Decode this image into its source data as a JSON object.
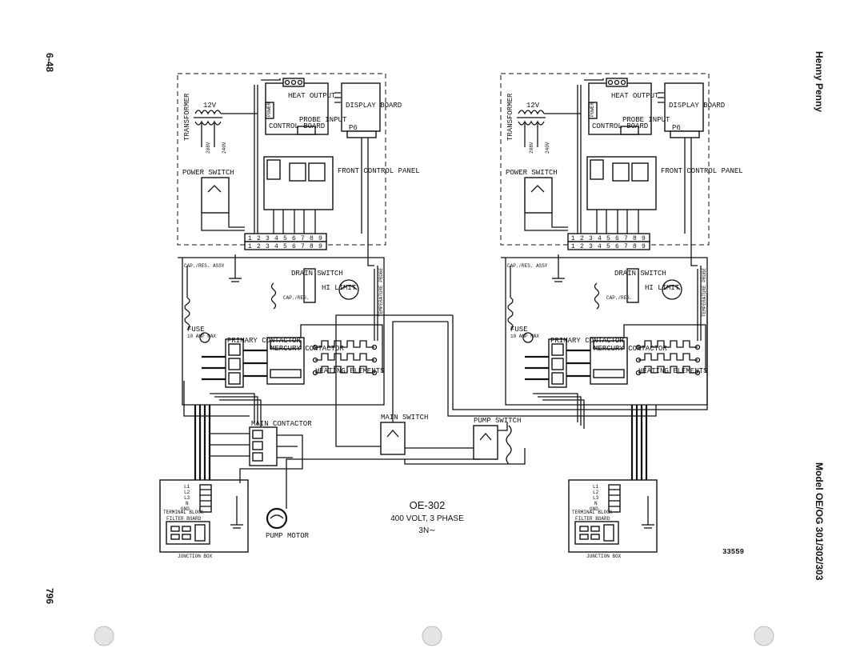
{
  "page": {
    "page_number_top": "6-48",
    "page_number_bottom": "796",
    "header_right": "Henny Penny",
    "footer_right": "Model OE/OG 301/302/303",
    "drawing_number": "33559"
  },
  "title_block": {
    "model": "OE-302",
    "voltage": "400 VOLT, 3 PHASE",
    "supply": "3N∼"
  },
  "labels": {
    "transformer": "TRANSFORMER",
    "v12": "12V",
    "v208": "208V",
    "v240": "240V",
    "heat_output": "HEAT OUTPUT",
    "power": "POWER",
    "control_board": "CONTROL BOARD",
    "probe_input": "PROBE INPUT",
    "display_board": "DISPLAY BOARD",
    "p6": "P6",
    "power_switch": "POWER SWITCH",
    "front_control_panel": "FRONT CONTROL PANEL",
    "cap_res_assy": "CAP./RES. ASSY",
    "drain_switch": "DRAIN SWITCH",
    "hi_limit": "HI LIMIT",
    "temperature_probe": "TEMPERATURE PROBE",
    "cap_res": "CAP./RES.",
    "fuse": "FUSE",
    "fuse_rating": "10 AMP MAX",
    "primary_contactor": "PRIMARY CONTACTOR",
    "mercury_contactor": "MERCURY CONTACTOR",
    "heating_elements": "HEATING ELEMENTS",
    "main_contactor": "MAIN CONTACTOR",
    "main_switch": "MAIN SWITCH",
    "pump_switch": "PUMP SWITCH",
    "pump_motor": "PUMP MOTOR",
    "terminal_block": "TERMINAL BLOCK",
    "filter_board": "FILTER BOARD",
    "junction_box": "JUNCTION BOX",
    "l1": "L1",
    "l2": "L2",
    "l3": "L3",
    "n": "N",
    "gnd": "GND"
  },
  "terminal_strip": [
    "1",
    "2",
    "3",
    "4",
    "5",
    "6",
    "7",
    "8",
    "9"
  ]
}
